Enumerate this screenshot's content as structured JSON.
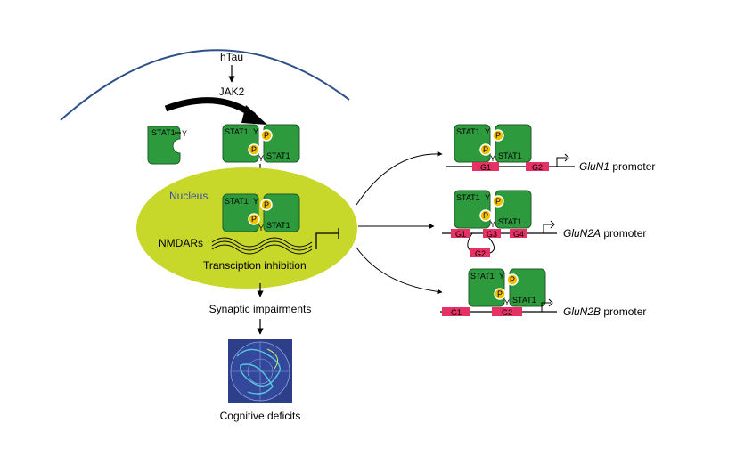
{
  "labels": {
    "htau": "hTau",
    "jak2": "JAK2",
    "stat1": "STAT1",
    "y": "Y",
    "p": "P",
    "nucleus": "Nucleus",
    "nmdars": "NMDARs",
    "transcription": "Transciption inhibition",
    "synaptic": "Synaptic impairments",
    "cognitive": "Cognitive deficits"
  },
  "promoters": {
    "glun1": {
      "gene": "GluN1",
      "suffix": " promoter",
      "sites": [
        "G1",
        "G2"
      ]
    },
    "glun2a": {
      "gene": "GluN2A",
      "suffix": " promoter",
      "sites": [
        "G1",
        "G3",
        "G4",
        "G2"
      ]
    },
    "glun2b": {
      "gene": "GluN2B",
      "suffix": " promoter",
      "sites": [
        "G1",
        "G2"
      ]
    }
  },
  "colors": {
    "stat_green": "#2e9a3e",
    "nucleus_yellow": "#c7d82a",
    "site_pink": "#e63164",
    "phospho_yellow": "#f5c000",
    "membrane_blue": "#2d4f8a",
    "water_maze_bg": "#2c3f88",
    "path_cyan": "#59c7e0"
  },
  "icons": [
    "water-maze-image"
  ]
}
